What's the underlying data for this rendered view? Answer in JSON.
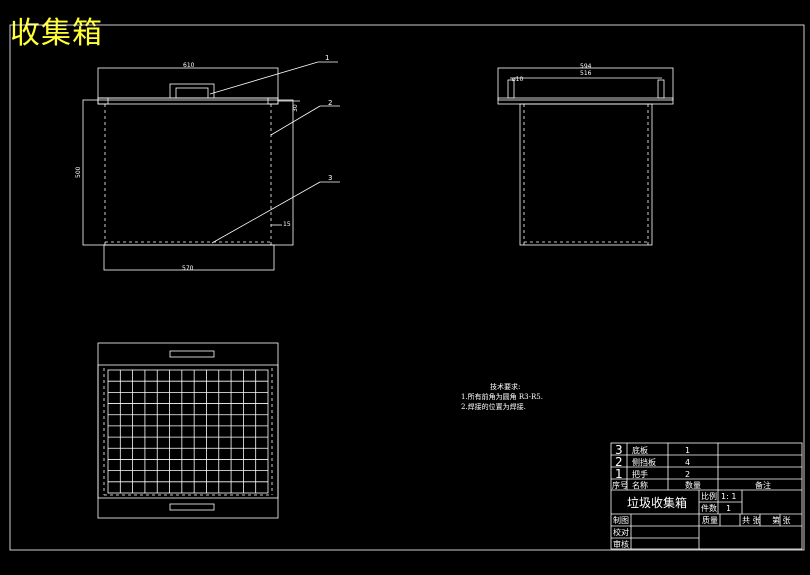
{
  "page_title": "收集箱",
  "front_view": {
    "dim_top": "610",
    "dim_bottom": "570",
    "dim_height": "500",
    "dim_side": "30",
    "dim_wall": "15",
    "leaders": [
      "1",
      "2",
      "3"
    ]
  },
  "side_view": {
    "dim_outer": "594",
    "dim_inner": "516",
    "dim_small": "ø10"
  },
  "notes": {
    "heading": "技术要求:",
    "line1": "1.所有前角为圆角 R3-R5.",
    "line2": "2.焊接的位置为焊接."
  },
  "title_block": {
    "parts": [
      {
        "no": "3",
        "name": "底板",
        "qty": "1"
      },
      {
        "no": "2",
        "name": "侧挡板",
        "qty": "4"
      },
      {
        "no": "1",
        "name": "把手",
        "qty": "2"
      }
    ],
    "header": {
      "no": "序号",
      "name": "名称",
      "qty": "数量",
      "remark": "备注"
    },
    "drawing_name": "垃圾收集箱",
    "scale_label": "比例",
    "scale_value": "1: 1",
    "count_label": "件数",
    "count_value": "1",
    "drawn_label": "制图",
    "weight_label": "质量",
    "sheets_label": "共 张",
    "sheet_label": "第 张",
    "check_label": "校对",
    "review_label": "审核"
  },
  "colors": {
    "background": "#000000",
    "lines": "#ffffff",
    "title": "#ffff33"
  }
}
